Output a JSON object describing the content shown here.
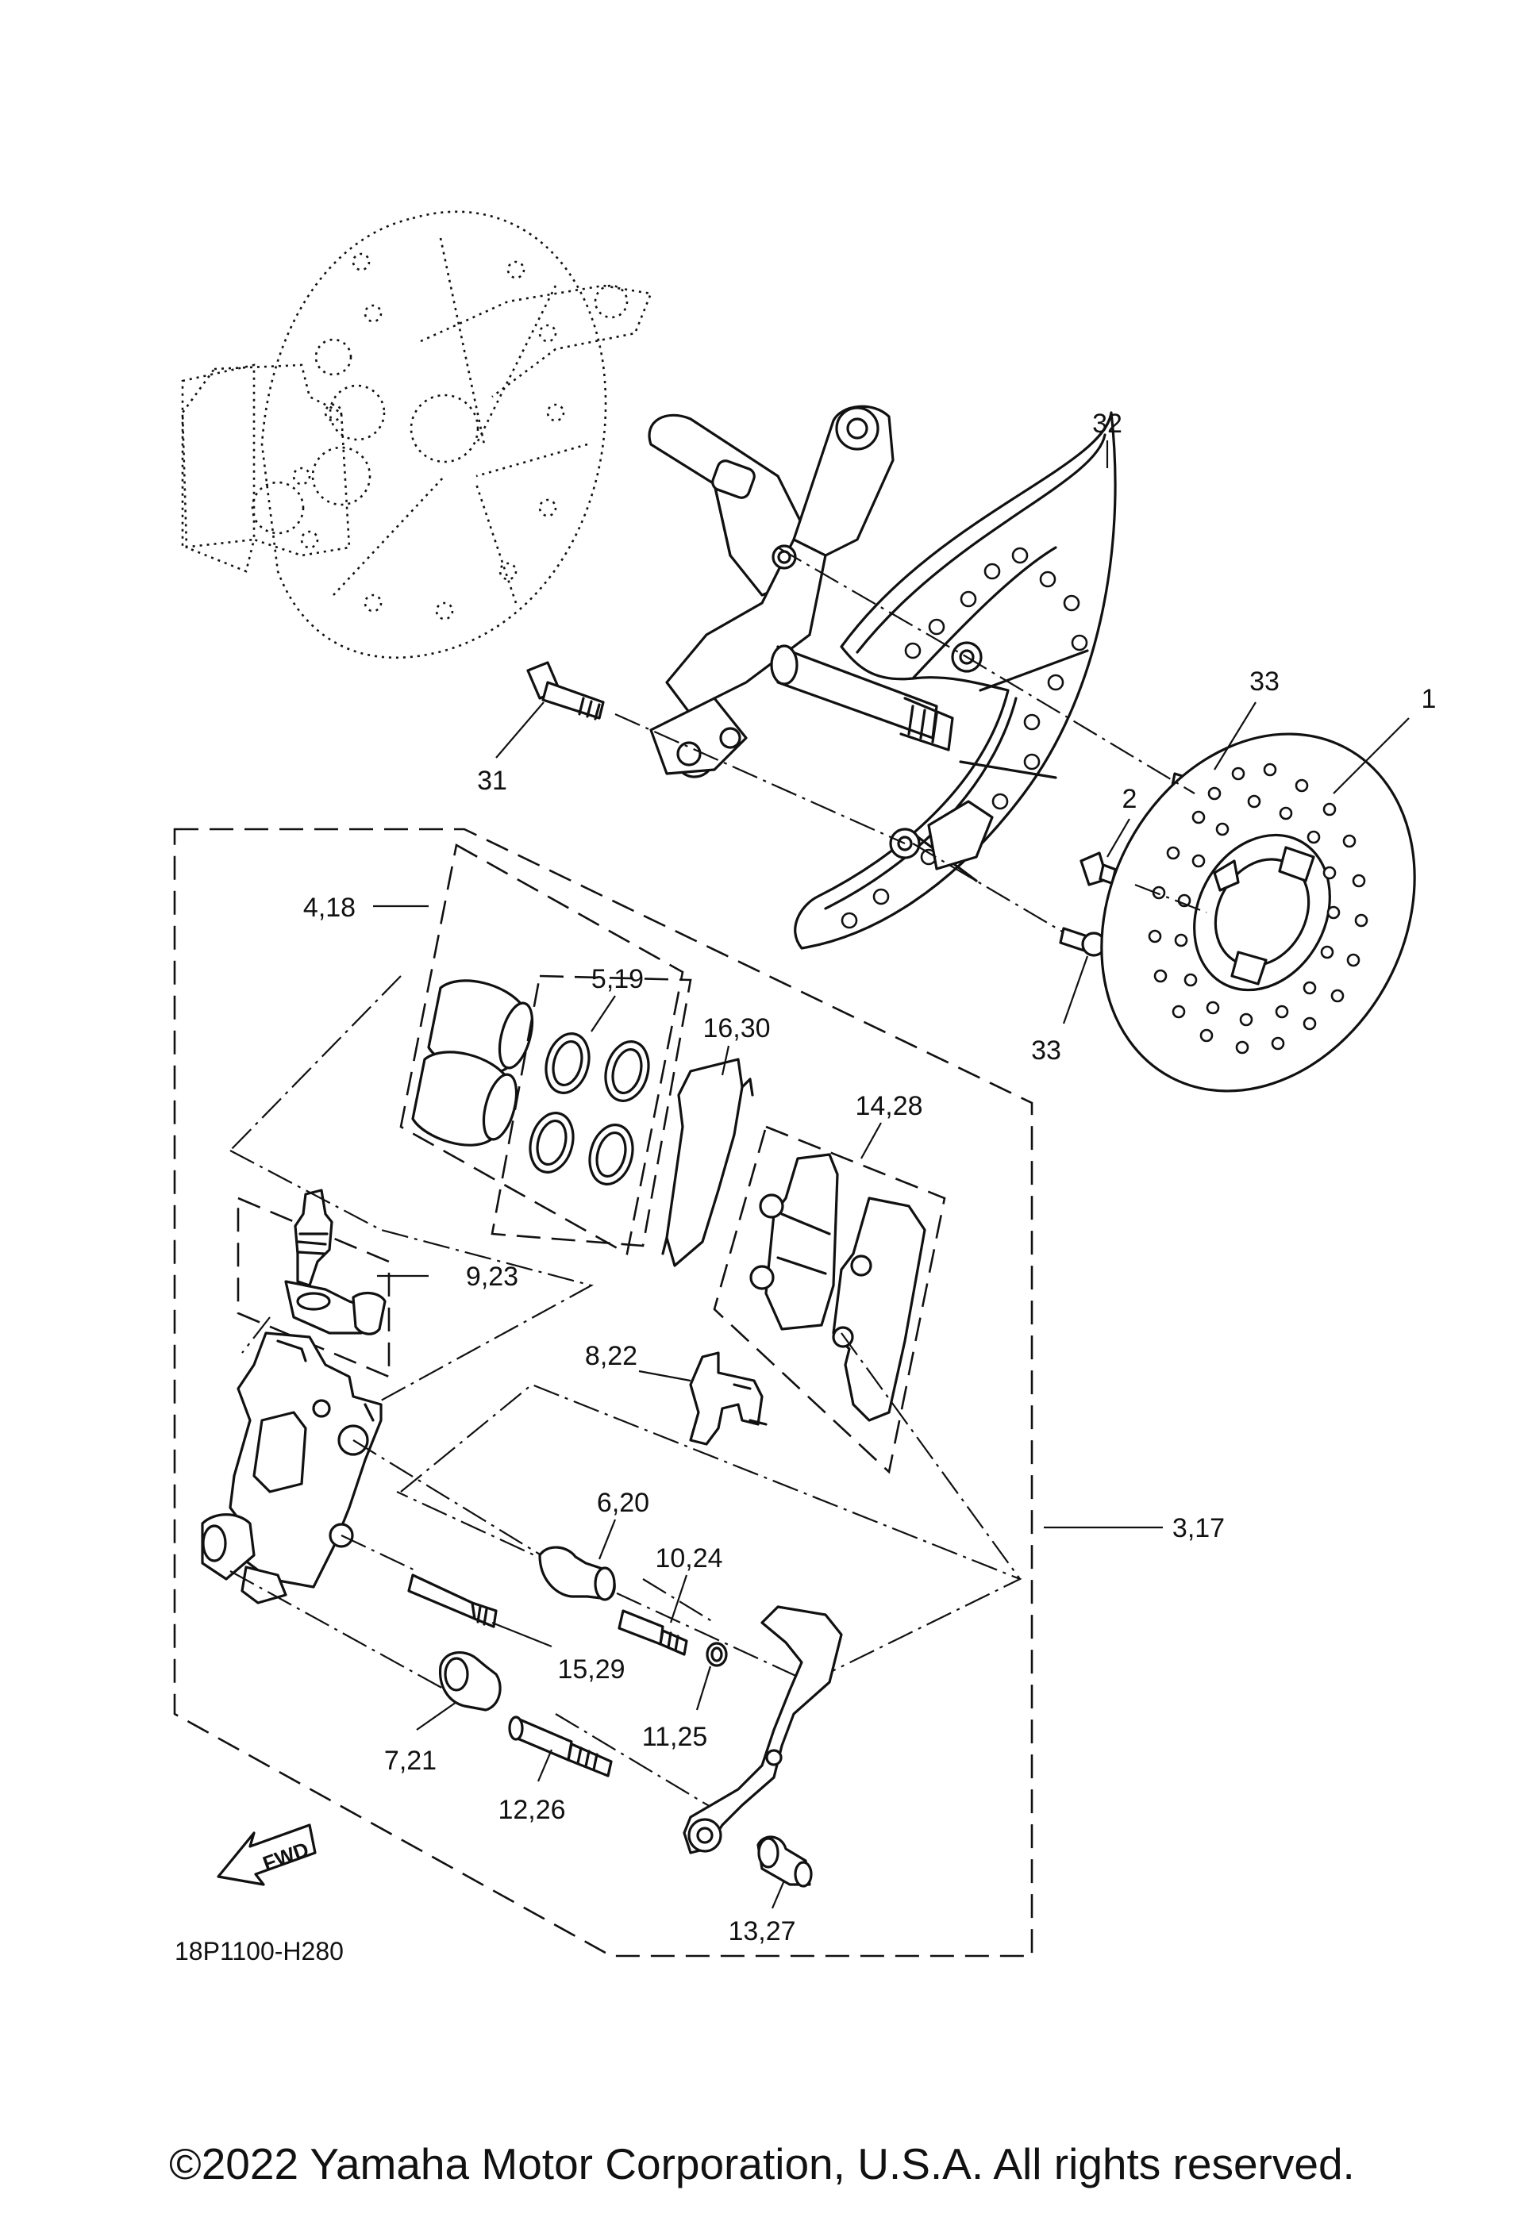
{
  "callouts": {
    "c1": "1",
    "c2": "2",
    "c3_17": "3,17",
    "c4_18": "4,18",
    "c5_19": "5,19",
    "c6_20": "6,20",
    "c7_21": "7,21",
    "c8_22": "8,22",
    "c9_23": "9,23",
    "c10_24": "10,24",
    "c11_25": "11,25",
    "c12_26": "12,26",
    "c13_27": "13,27",
    "c14_28": "14,28",
    "c15_29": "15,29",
    "c16_30": "16,30",
    "c31": "31",
    "c32": "32",
    "c33a": "33",
    "c33b": "33"
  },
  "fwd_label": "FWD",
  "diagram_code": "18P1100-H280",
  "copyright": "©2022 Yamaha Motor Corporation, U.S.A. All rights reserved."
}
